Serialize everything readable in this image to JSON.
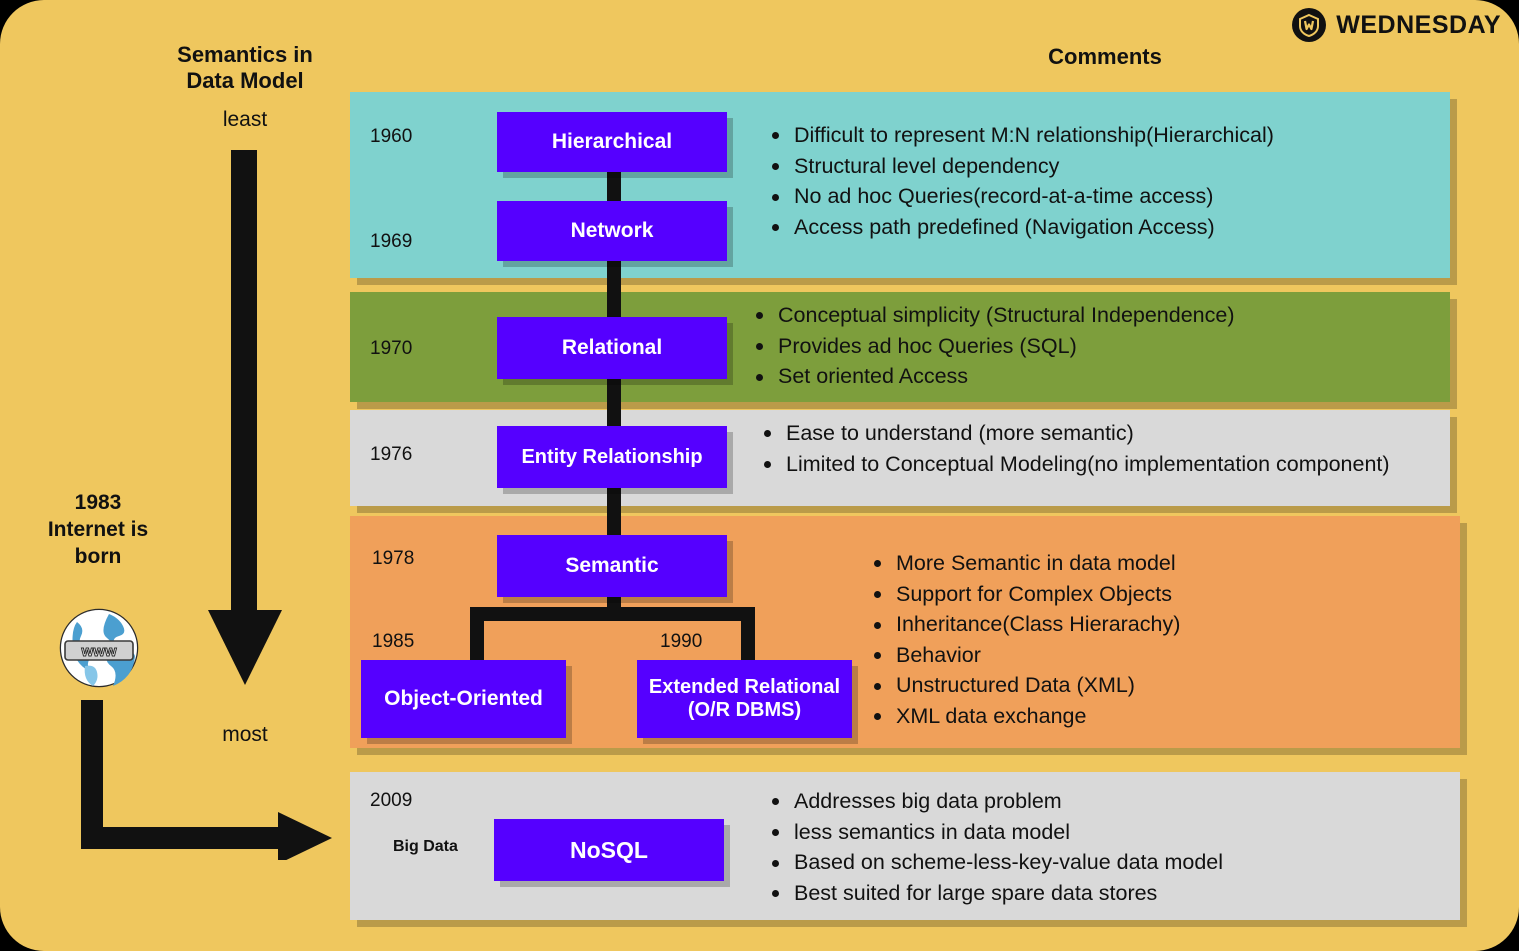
{
  "brand": {
    "name": "WEDNESDAY",
    "logo_icon": "wednesday-shield-icon"
  },
  "headers": {
    "semantics": "Semantics in\nData Model",
    "semantics_line1": "Semantics in",
    "semantics_line2": "Data Model",
    "comments": "Comments",
    "least": "least",
    "most": "most"
  },
  "internet": {
    "line1": "1983",
    "line2": "Internet is",
    "line3": "born",
    "icon": "www-globe-icon",
    "globe_label": "www"
  },
  "colors": {
    "background": "#EFC75E",
    "band_teal": "#7FD2CE",
    "band_green": "#7D9E3C",
    "band_gray": "#D9D9D9",
    "band_orange": "#F0A05A",
    "box_purple": "#5500FF",
    "connector": "#111111",
    "text": "#111111"
  },
  "sections": [
    {
      "id": "early",
      "band_color": "#7FD2CE",
      "models": [
        {
          "year": "1960",
          "label": "Hierarchical"
        },
        {
          "year": "1969",
          "label": "Network"
        }
      ],
      "comments": [
        "Difficult to represent M:N relationship(Hierarchical)",
        "Structural level dependency",
        "No ad hoc Queries(record-at-a-time access)",
        "Access path predefined (Navigation Access)"
      ]
    },
    {
      "id": "relational",
      "band_color": "#7D9E3C",
      "models": [
        {
          "year": "1970",
          "label": "Relational"
        }
      ],
      "comments": [
        "Conceptual simplicity (Structural Independence)",
        "Provides ad hoc Queries (SQL)",
        "Set oriented Access"
      ]
    },
    {
      "id": "entity-relationship",
      "band_color": "#D9D9D9",
      "models": [
        {
          "year": "1976",
          "label": "Entity Relationship"
        }
      ],
      "comments": [
        "Ease to understand (more semantic)",
        "Limited to Conceptual Modeling(no implementation component)"
      ]
    },
    {
      "id": "semantic",
      "band_color": "#F0A05A",
      "models": [
        {
          "year": "1978",
          "label": "Semantic"
        },
        {
          "year": "1985",
          "label": "Object-Oriented"
        },
        {
          "year": "1990",
          "label": "Extended Relational\n(O/R DBMS)",
          "label_line1": "Extended Relational",
          "label_line2": "(O/R DBMS)"
        }
      ],
      "comments": [
        "More Semantic in data model",
        "Support for Complex Objects",
        "Inheritance(Class Hierarachy)",
        "Behavior",
        "Unstructured Data (XML)",
        "XML data exchange"
      ]
    },
    {
      "id": "nosql",
      "band_color": "#D9D9D9",
      "models": [
        {
          "year": "2009",
          "tag": "Big Data",
          "label": "NoSQL"
        }
      ],
      "comments": [
        "Addresses big data problem",
        "less semantics in data model",
        "Based on scheme-less-key-value data model",
        "Best suited for large spare data stores"
      ]
    }
  ]
}
